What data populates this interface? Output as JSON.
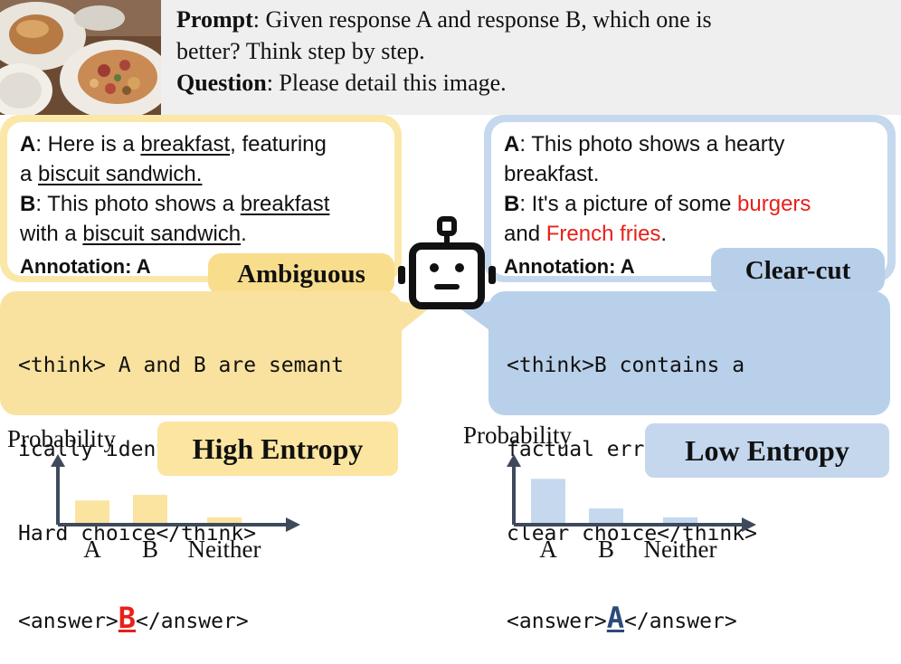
{
  "prompt": {
    "prompt_label": "Prompt",
    "prompt_text": ": Given response A and response B, which one is",
    "prompt_text_2": "better? Think step by step.",
    "question_label": "Question",
    "question_text": ": Please detail this image."
  },
  "left": {
    "a_label": "A",
    "a_line1_pre": ": Here is a ",
    "a_line1_u": "breakfast",
    "a_line1_post": ", featuring",
    "a_line2_pre": "a ",
    "a_line2_u": "biscuit sandwich.",
    "b_label": "B",
    "b_line1_pre": ": This photo shows a ",
    "b_line1_u": "breakfast",
    "b_line2_pre": "with a ",
    "b_line2_u": "biscuit sandwich",
    "b_line2_post": ".",
    "annotation": "Annotation: A",
    "tag": "Ambiguous",
    "think_1": "<think> A and B are semant",
    "think_2": "ically identical.",
    "think_3": "Hard choice</think>",
    "answer_pre": "<answer>",
    "answer_val": "B",
    "answer_post": "</answer>",
    "entropy": "High Entropy"
  },
  "right": {
    "a_label": "A",
    "a_line1": ": This photo shows a hearty",
    "a_line2": "breakfast.",
    "b_label": "B",
    "b_line1_pre": ": It's a picture of some ",
    "b_line1_err": "burgers",
    "b_line2_pre": "and ",
    "b_line2_err": "French fries",
    "b_line2_post": ".",
    "annotation": "Annotation: A",
    "tag": "Clear-cut",
    "think_1": "<think>B contains a",
    "think_2": "factual error. A is the",
    "think_3": "clear choice</think>",
    "answer_pre": "<answer>",
    "answer_val": "A",
    "answer_post": "</answer>",
    "entropy": "Low Entropy"
  },
  "colors": {
    "yellow": "#fbe7a8",
    "blue": "#c5d8ee",
    "error_red": "#e8201a",
    "answer_blue": "#2c4a7a",
    "axis": "#3e4a5c"
  },
  "chart_data": [
    {
      "type": "bar",
      "ylabel": "Probability",
      "categories": [
        "A",
        "B",
        "Neither"
      ],
      "values": [
        0.28,
        0.35,
        0.07
      ],
      "ylim": [
        0,
        1
      ],
      "color": "#fbe3a0"
    },
    {
      "type": "bar",
      "ylabel": "Probability",
      "categories": [
        "A",
        "B",
        "Neither"
      ],
      "values": [
        0.55,
        0.18,
        0.07
      ],
      "ylim": [
        0,
        1
      ],
      "color": "#c5d8ee"
    }
  ]
}
